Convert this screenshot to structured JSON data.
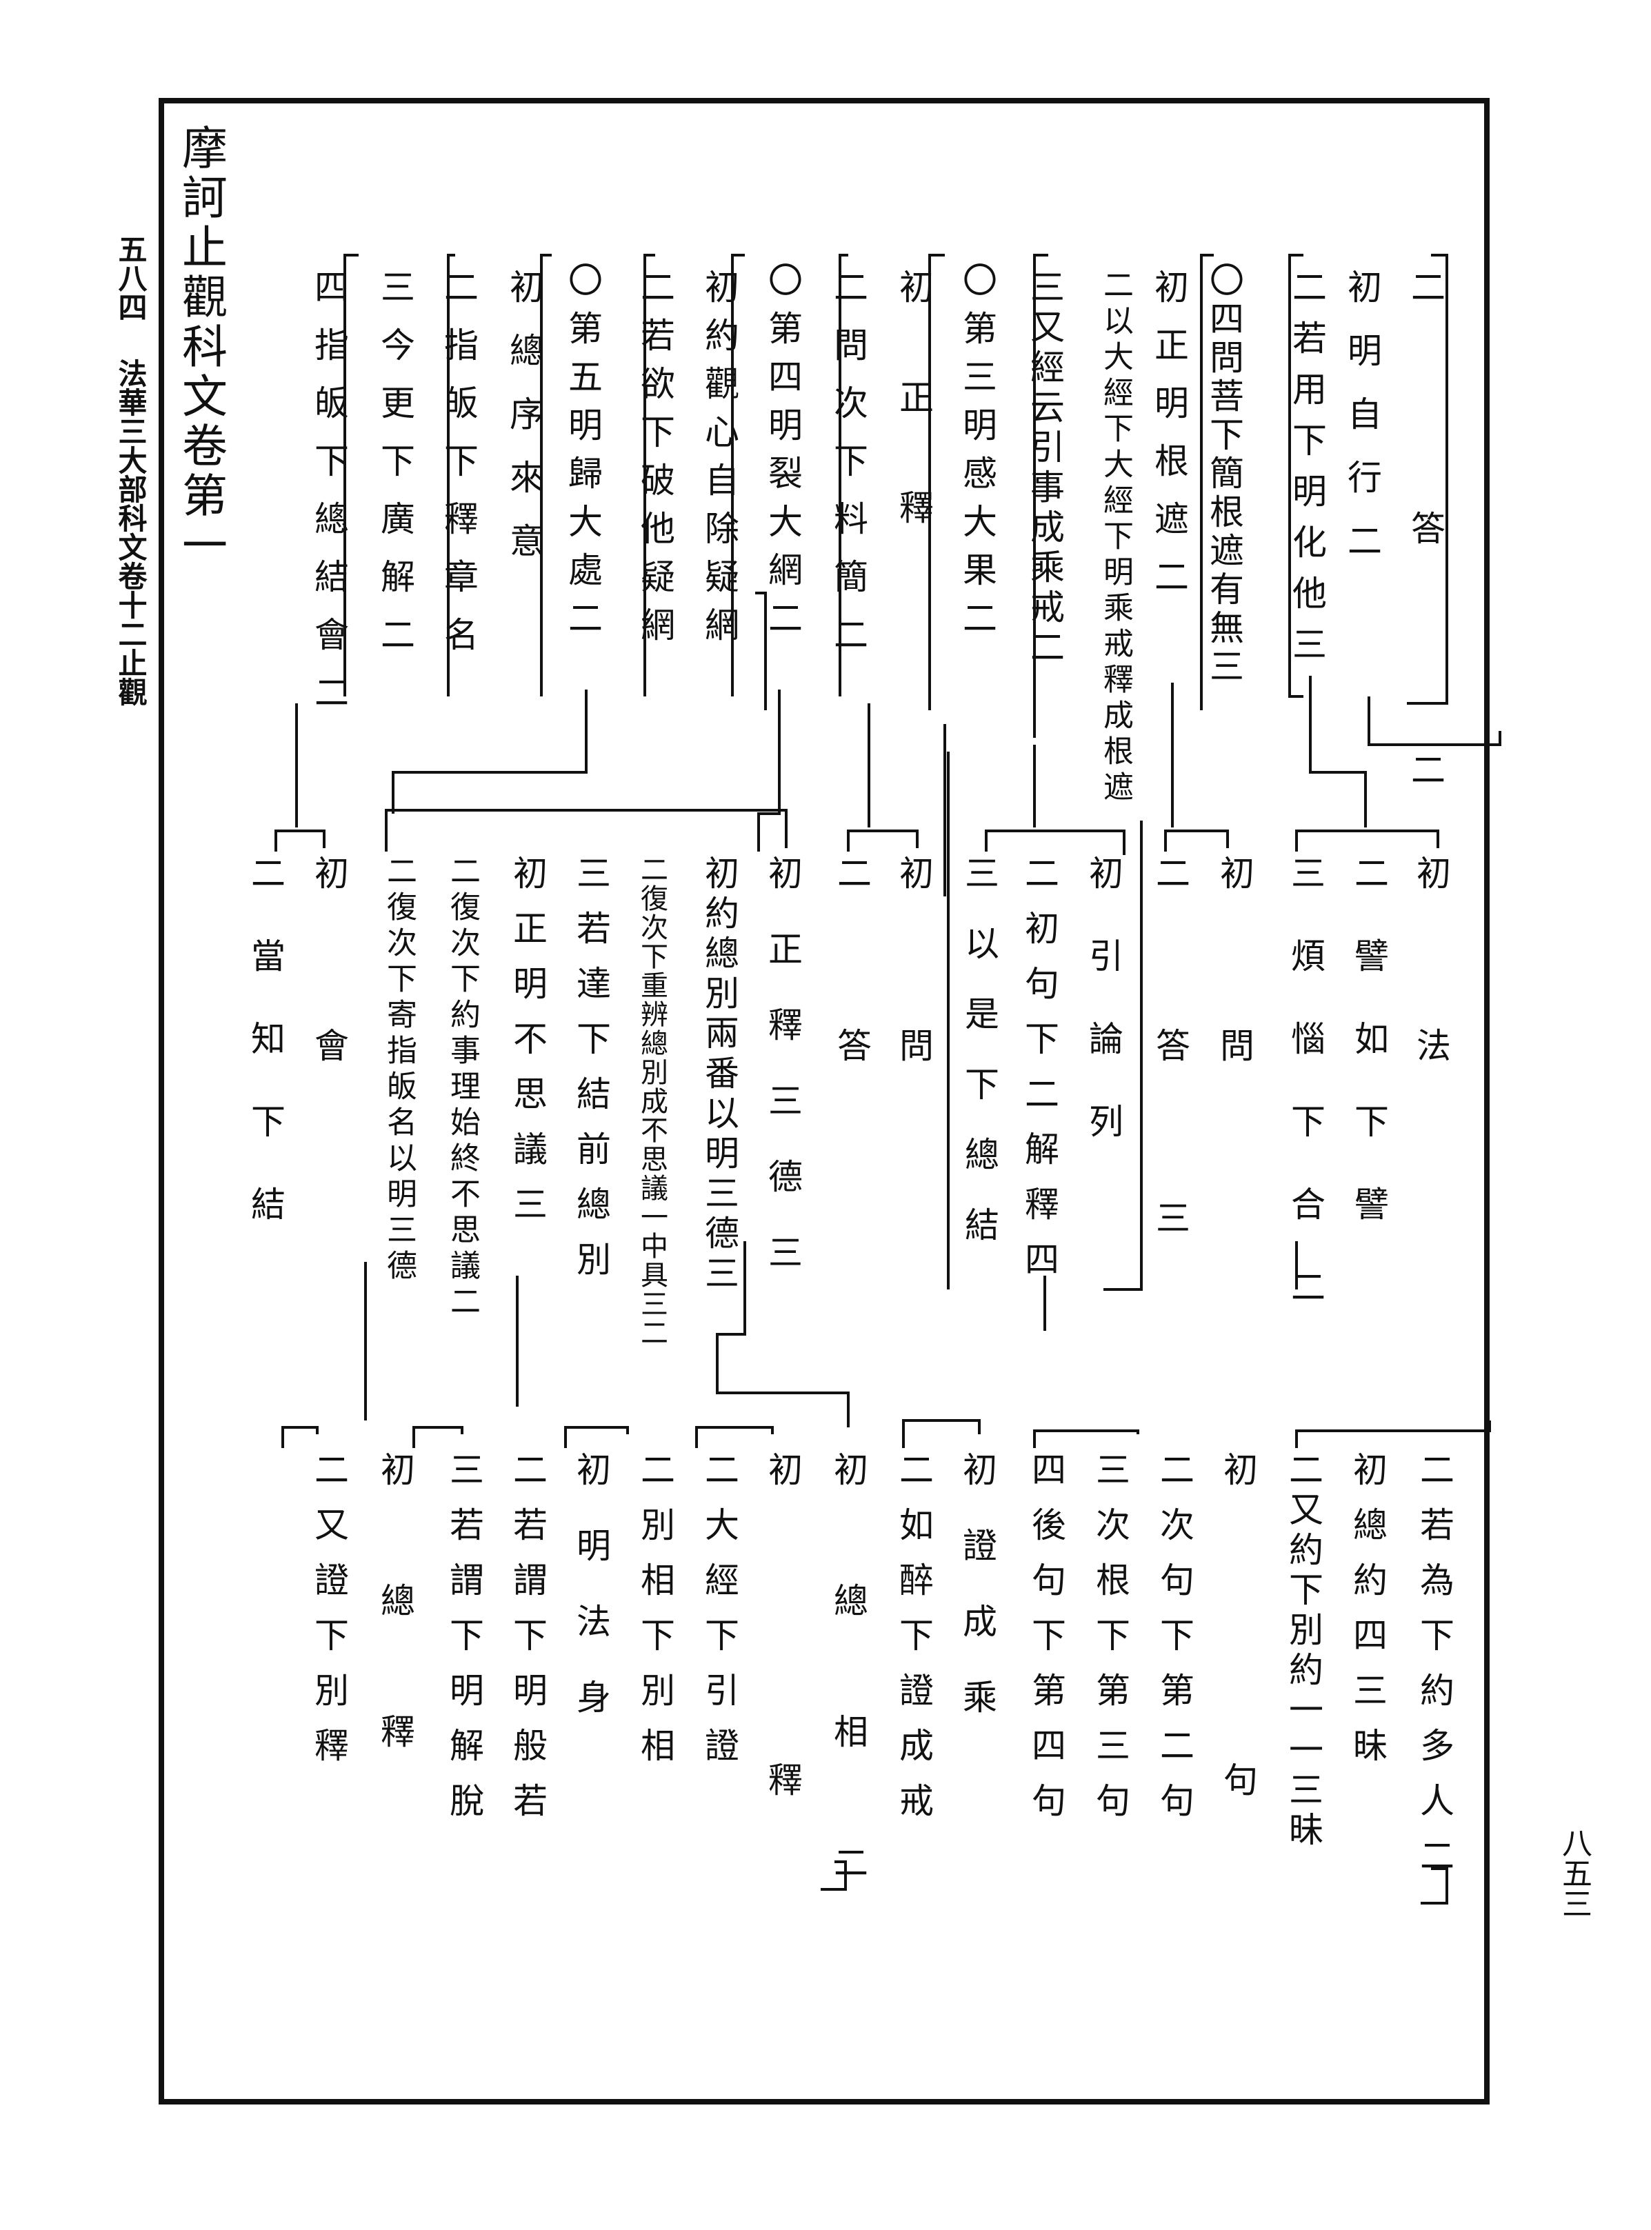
{
  "header": {
    "title": "摩訶止觀科文卷第一",
    "left_margin_number": "五八四",
    "left_margin_book": "法華三大部科文卷十二止觀",
    "right_page_number": "八五三"
  },
  "columns": [
    {
      "text": "二答二"
    },
    {
      "text": "初明自行二"
    },
    {
      "text": "二若用下明化他三"
    },
    {
      "text": "〇四問菩下簡根遮有無三"
    },
    {
      "text": "初正明根遮二"
    },
    {
      "text": "二以大經下大經下明乘戒釋成根遮"
    },
    {
      "text": "三又經云引事成乘戒二"
    },
    {
      "text": "〇第三明感大果二"
    },
    {
      "text": "初正釋"
    },
    {
      "text": "二問次下料簡二"
    },
    {
      "text": "〇第四明裂大網二"
    },
    {
      "text": "初約觀心自除疑網"
    },
    {
      "text": "二若欲下破他疑網"
    },
    {
      "text": "〇第五明歸大處二"
    },
    {
      "text": "初總序來意"
    },
    {
      "text": "二指皈下釋章名"
    },
    {
      "text": "三今更下廣解二"
    },
    {
      "text": "四指皈下總結會二"
    },
    {
      "text": "初法"
    },
    {
      "text": "二譬如下譬"
    },
    {
      "text": "三煩惱下合二"
    },
    {
      "text": "初問"
    },
    {
      "text": "二答三"
    },
    {
      "text": "初引論列"
    },
    {
      "text": "二初句下二解釋四"
    },
    {
      "text": "三以是下總結"
    },
    {
      "text": "初問"
    },
    {
      "text": "二答"
    },
    {
      "text": "初正釋三德三"
    },
    {
      "text": "初約總別兩番以明三德三"
    },
    {
      "text": "二復次下重辨總別成不思議一中具三二"
    },
    {
      "text": "三若達下結前總別"
    },
    {
      "text": "初正明不思議三"
    },
    {
      "text": "二復次下約事理始終不思議二"
    },
    {
      "text": "二復次下寄指皈名以明三德"
    },
    {
      "text": "初會"
    },
    {
      "text": "二當知下結"
    },
    {
      "text": "二若為下約多人二"
    },
    {
      "text": "初總約四三昧"
    },
    {
      "text": "二又約下別約一一三昧"
    },
    {
      "text": "初句"
    },
    {
      "text": "二次句下第二句"
    },
    {
      "text": "三次根下第三句"
    },
    {
      "text": "四後句下第四句"
    },
    {
      "text": "初證成乘"
    },
    {
      "text": "二如醉下證成戒"
    },
    {
      "text": "初總相二"
    },
    {
      "text": "初釋"
    },
    {
      "text": "二大經下引證"
    },
    {
      "text": "二別相下別相"
    },
    {
      "text": "初明法身"
    },
    {
      "text": "二若謂下明般若"
    },
    {
      "text": "三若謂下明解脫"
    },
    {
      "text": "初總釋"
    },
    {
      "text": "二又證下別釋"
    }
  ]
}
